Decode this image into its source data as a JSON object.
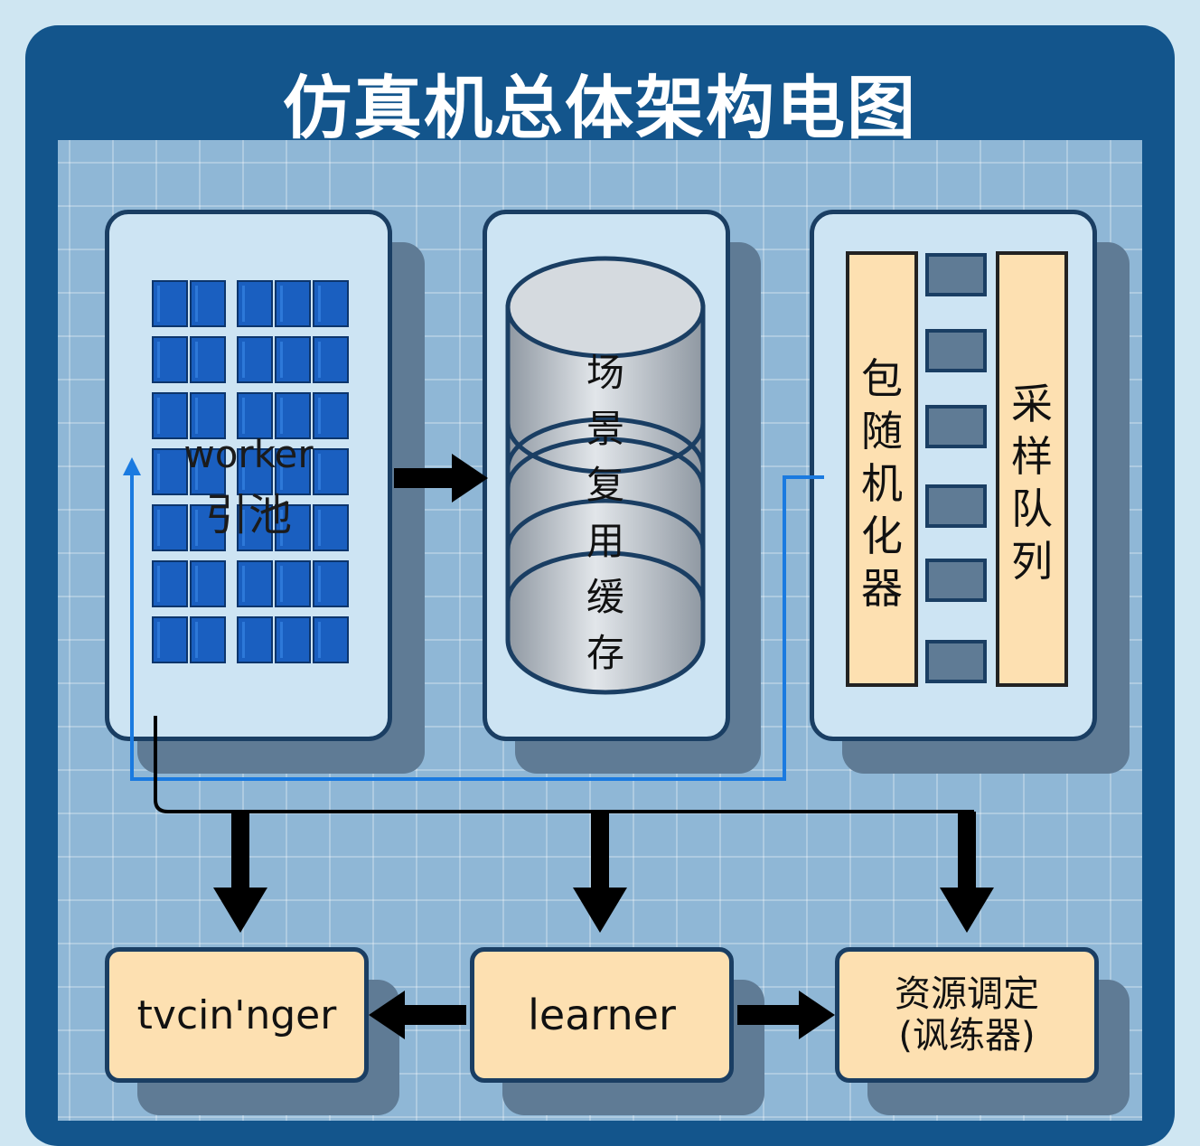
{
  "title": "仿真机总体架构电图",
  "worker_pool": {
    "label_line1": "worker",
    "label_line2": "引池"
  },
  "cache": {
    "chars": [
      "场",
      "景",
      "复",
      "用",
      "缓",
      "存"
    ]
  },
  "randomizer": {
    "chars": [
      "包",
      "随",
      "机",
      "化",
      "器"
    ]
  },
  "sampling_queue": {
    "chars": [
      "采",
      "样",
      "队",
      "列"
    ]
  },
  "bottom": {
    "left_label": "tvcin'nger",
    "middle_label": "learner",
    "right_line1": "资源调定",
    "right_line2": "(讽练器)"
  },
  "colors": {
    "frame": "#13558c",
    "panel": "#cde4f3",
    "box_fill": "#fde0b1",
    "server_blue": "#1a5fc0",
    "feedback_line": "#1a7ae0"
  }
}
